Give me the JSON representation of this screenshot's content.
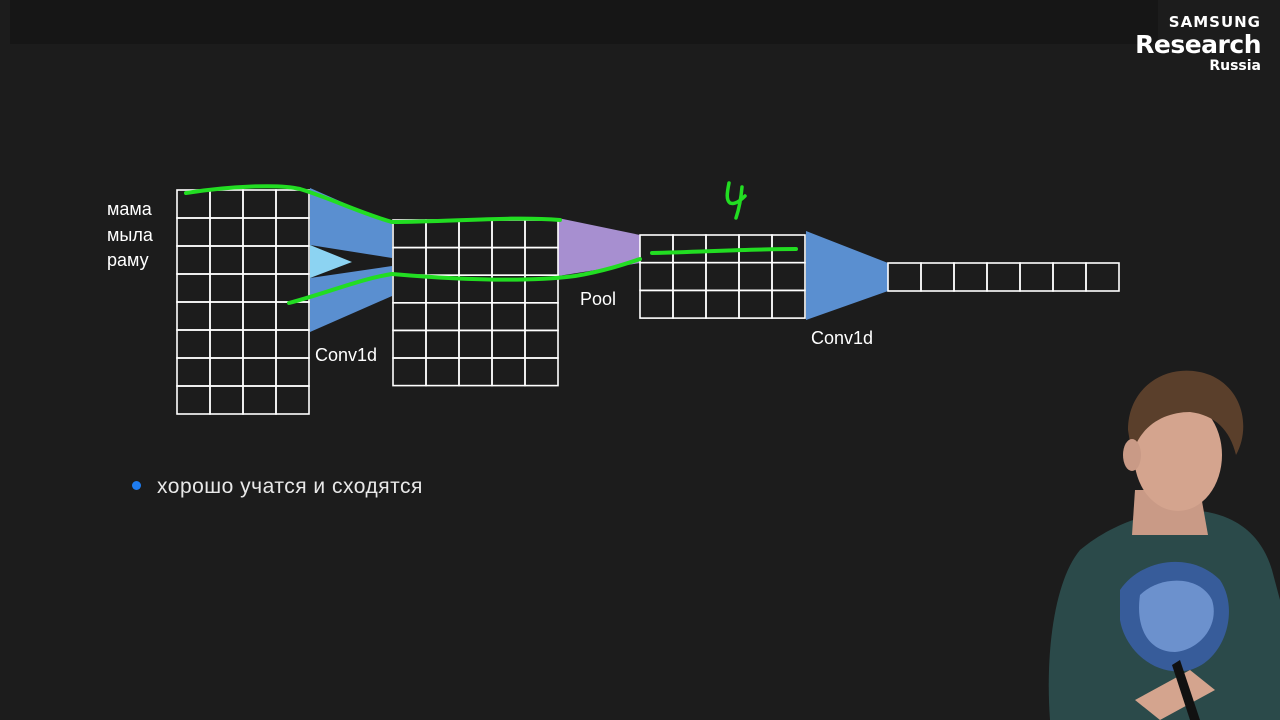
{
  "logo": {
    "line1": "SAMSUNG",
    "line2": "Research",
    "line3": "Russia"
  },
  "diagram": {
    "input_words": [
      "мама",
      "мыла",
      "раму"
    ],
    "labels": {
      "conv1": "Conv1d",
      "pool": "Pool",
      "conv2": "Conv1d"
    },
    "annotation": "4",
    "colors": {
      "conv": "#5a8fd0",
      "conv_light": "#8cd3f2",
      "pool": "#a78fd0",
      "highlight": "#22dd22",
      "grid": "#ffffff"
    }
  },
  "bullets": [
    "хорошо учатся и сходятся"
  ]
}
